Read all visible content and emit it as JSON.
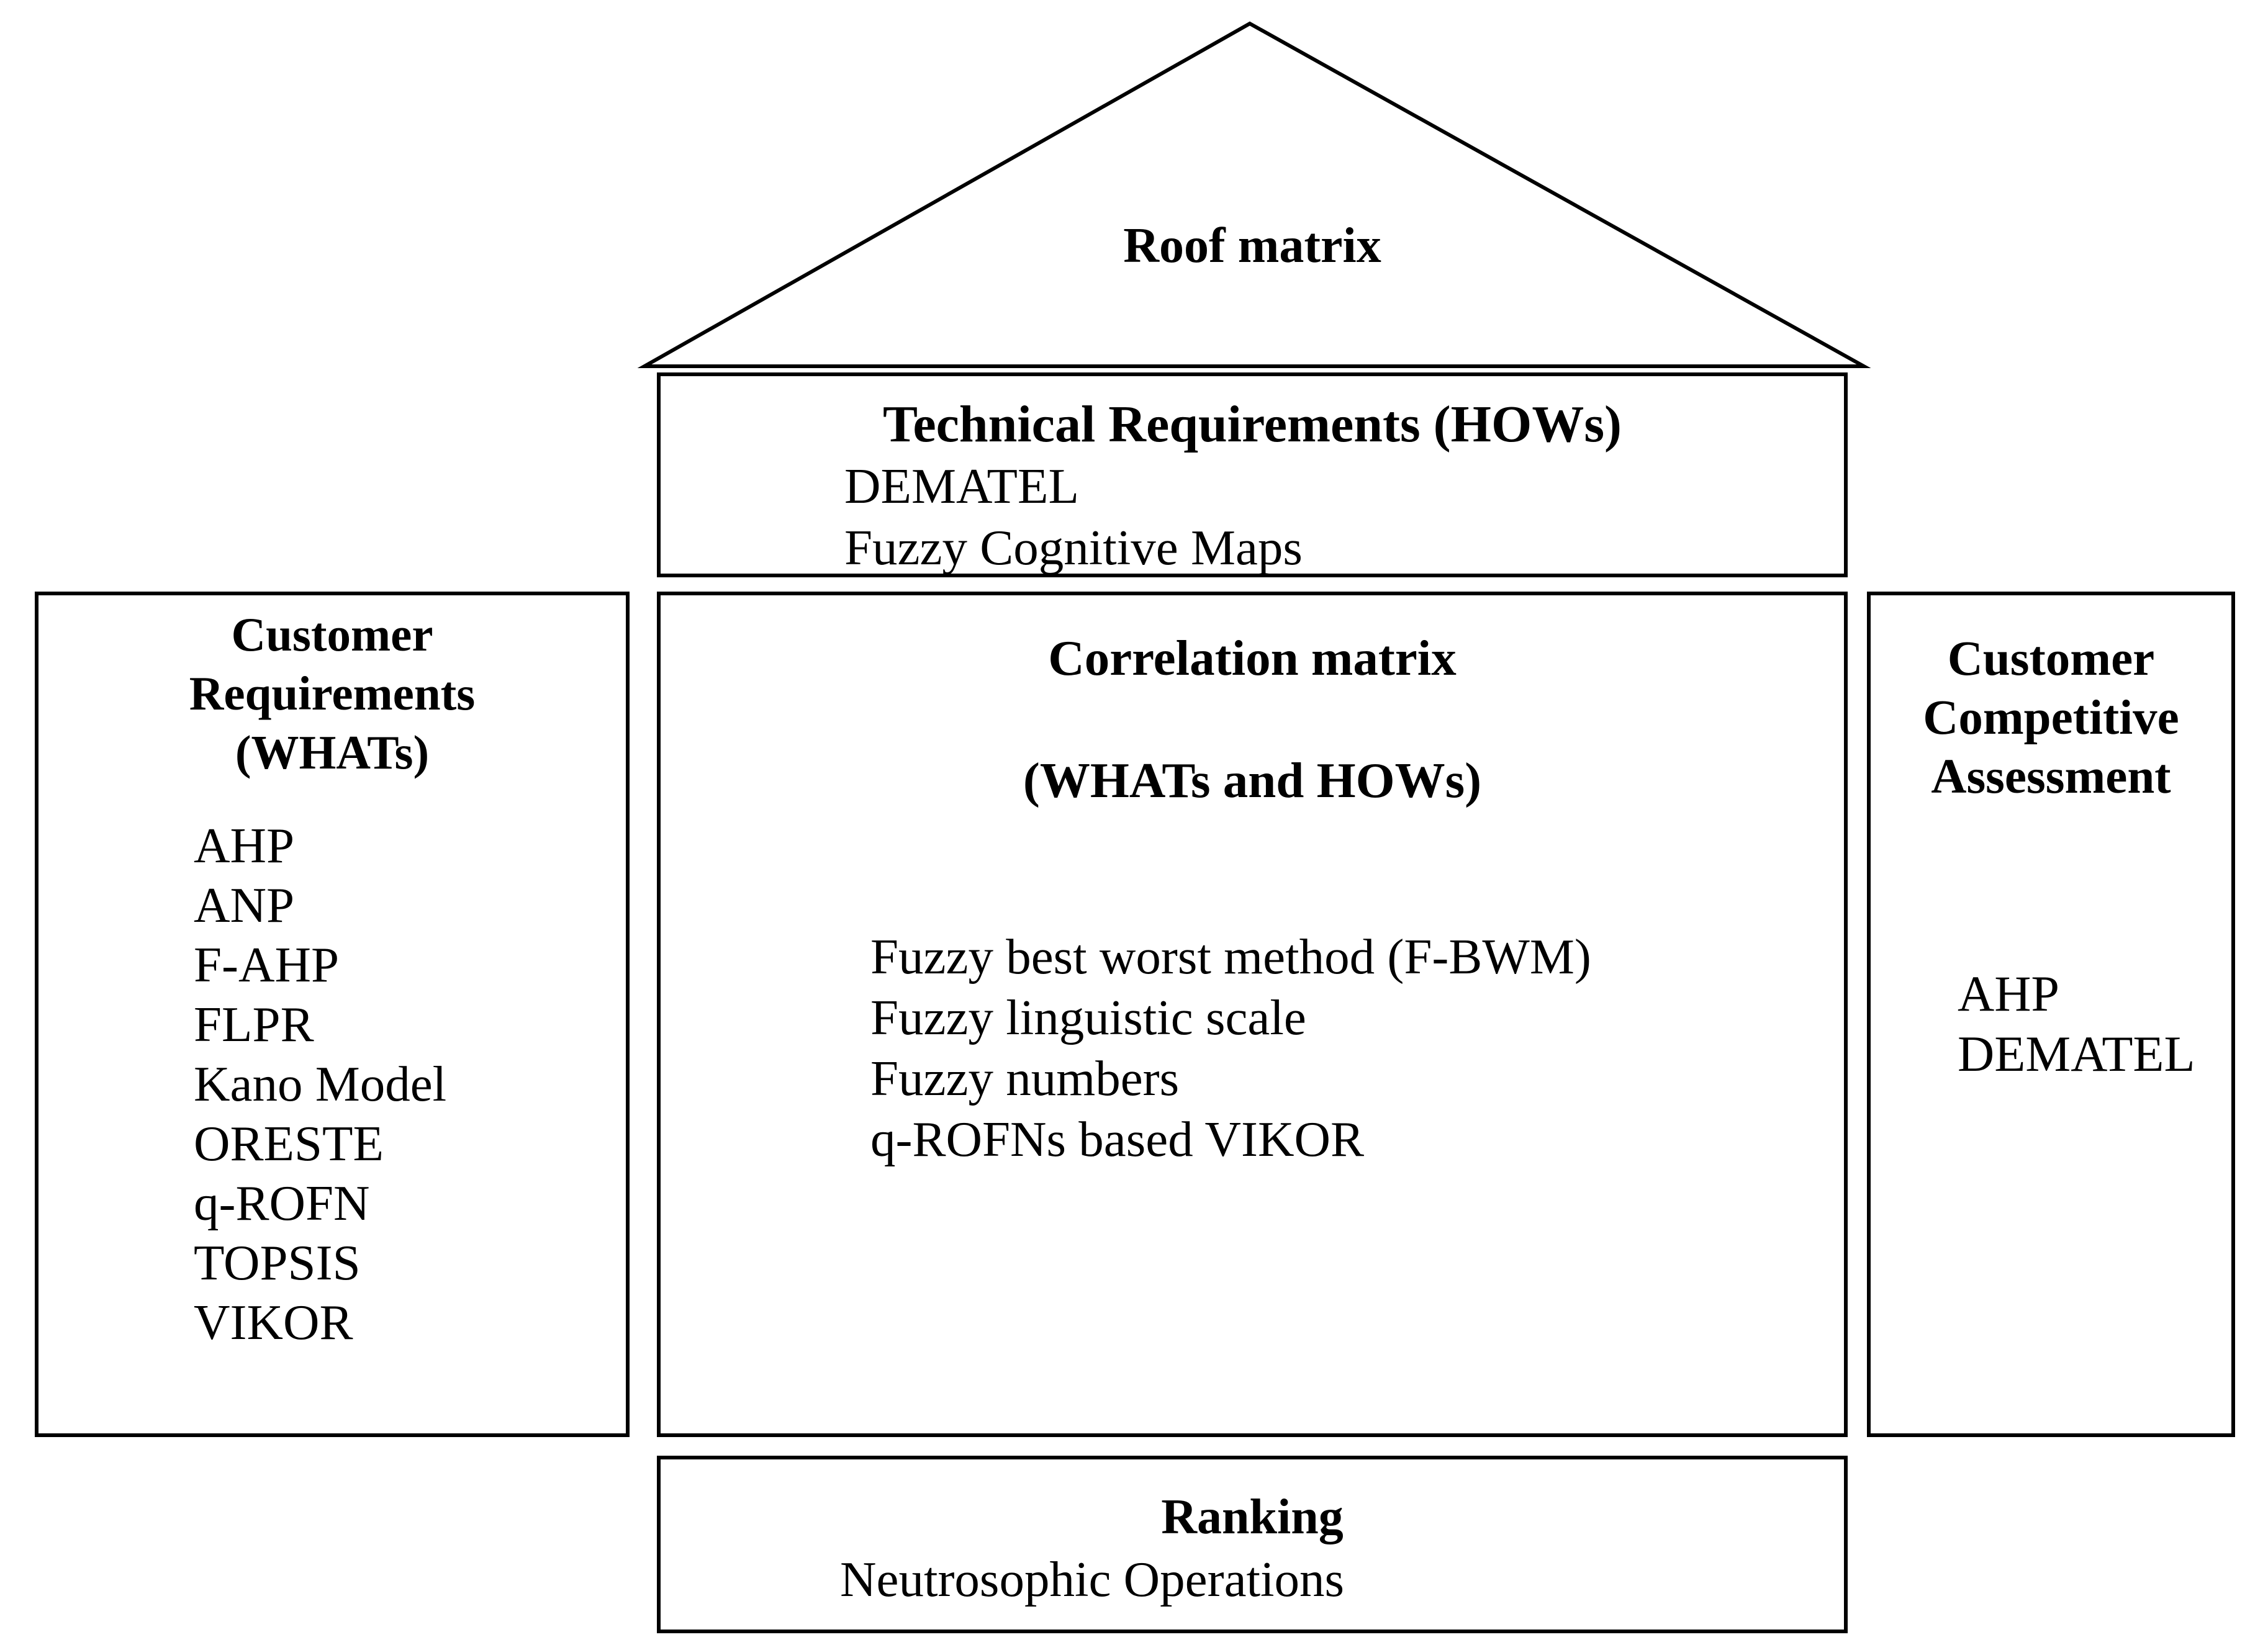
{
  "colors": {
    "ink": "#000000",
    "background": "#ffffff"
  },
  "figure": {
    "roof": {
      "label": "Roof matrix"
    },
    "technical": {
      "title": "Technical Requirements (HOWs)",
      "items": [
        "DEMATEL",
        "Fuzzy Cognitive Maps"
      ]
    },
    "customer_requirements": {
      "title_lines": [
        "Customer",
        "Requirements",
        "(WHATs)"
      ],
      "items": [
        "AHP",
        "ANP",
        "F-AHP",
        "FLPR",
        "Kano Model",
        "ORESTE",
        "q-ROFN",
        "TOPSIS",
        "VIKOR"
      ]
    },
    "correlation": {
      "title": "Correlation matrix",
      "subtitle": "(WHATs and HOWs)",
      "items": [
        "Fuzzy best worst method (F-BWM)",
        "Fuzzy linguistic scale",
        "Fuzzy numbers",
        "q-ROFNs based VIKOR"
      ]
    },
    "competitive": {
      "title_lines": [
        "Customer",
        "Competitive",
        "Assessment"
      ],
      "items": [
        "AHP",
        "DEMATEL"
      ]
    },
    "ranking": {
      "title": "Ranking",
      "items": [
        "Neutrosophic Operations"
      ]
    }
  }
}
